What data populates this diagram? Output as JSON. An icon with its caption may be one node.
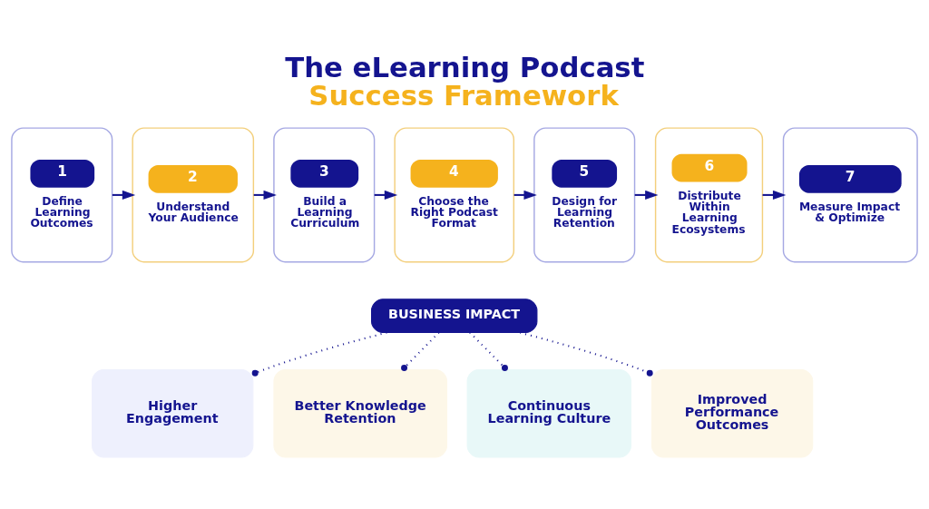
{
  "diagram": {
    "title": "The eLearning Podcast Success Framework",
    "nodes": [
      {
        "text": [
          "1",
          "Define Learning Outcomes"
        ]
      },
      {
        "text": [
          "2",
          "Understand Your Audience"
        ]
      },
      {
        "text": [
          "3",
          "Build a Learning Curriculum"
        ]
      },
      {
        "text": [
          "4",
          "Choose the Right Podcast Format"
        ]
      },
      {
        "text": [
          "5",
          "Design for Learning Retention"
        ]
      },
      {
        "text": [
          "6",
          "Distribute Within Learning Ecosystems"
        ]
      },
      {
        "text": [
          "7",
          "Measure Impact & Optimize"
        ]
      },
      {
        "text": [
          "BUSINESS IMPACT"
        ]
      },
      {
        "text": [
          "Higher Engagement"
        ]
      },
      {
        "text": [
          "Better Knowledge Retention"
        ]
      },
      {
        "text": [
          "Continuous Learning Culture"
        ]
      },
      {
        "text": [
          "Improved Performance Outcomes"
        ]
      }
    ],
    "edges": [
      {
        "from": 0,
        "to": 1,
        "arrow": "to"
      },
      {
        "from": 1,
        "to": 2,
        "arrow": "to"
      },
      {
        "from": 2,
        "to": 3,
        "arrow": "to"
      },
      {
        "from": 3,
        "to": 4,
        "arrow": "to"
      },
      {
        "from": 4,
        "to": 5,
        "arrow": "to"
      },
      {
        "from": 5,
        "to": 6,
        "arrow": "to"
      },
      {
        "from": 7,
        "to": 8,
        "arrow": "other",
        "style": "dashed"
      },
      {
        "from": 7,
        "to": 9,
        "arrow": "other",
        "style": "dashed"
      },
      {
        "from": 7,
        "to": 10,
        "arrow": "other",
        "style": "dashed"
      },
      {
        "from": 7,
        "to": 11,
        "arrow": "other",
        "style": "dashed"
      }
    ]
  }
}
